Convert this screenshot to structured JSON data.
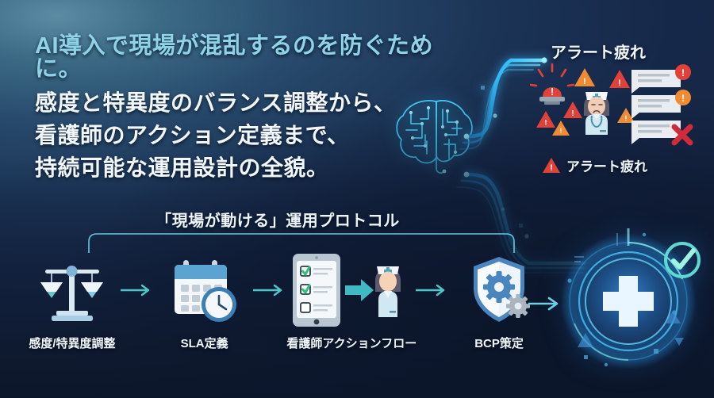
{
  "headline": {
    "line1": "AI導入で現場が混乱するのを防ぐために。",
    "line2": "感度と特異度のバランス調整から、",
    "line3": "看護師のアクション定義まで、",
    "line4": "持続可能な運用設計の全貌。",
    "accent_color": "#8fd3e8",
    "body_color": "#f2f7fb"
  },
  "alert_fatigue": {
    "title": "アラート疲れ",
    "caption": "アラート疲れ",
    "warning_color": "#e0423a",
    "warning_alt_color": "#ef8b33"
  },
  "protocol": {
    "title": "「現場が動ける」運用プロトコル",
    "bracket_color": "#6fd8e8"
  },
  "flow": {
    "steps": [
      {
        "label": "感度/特異度調整",
        "icon": "balance-scales-icon"
      },
      {
        "label": "SLA定義",
        "icon": "calendar-clock-icon"
      },
      {
        "label": "看護師アクションフロー",
        "icon": "tablet-checklist-nurse-icon"
      },
      {
        "label": "BCP策定",
        "icon": "shield-gears-icon"
      }
    ],
    "arrow_color": "#4fc7c9"
  },
  "hero": {
    "icon": "medical-cross-icon",
    "badge_icon": "check-circle-icon",
    "cross_color": "#eaf6ff",
    "glow_color": "#2fa8e8",
    "check_color": "#8ff0dc"
  },
  "brain": {
    "icon": "ai-circuit-brain-icon",
    "color": "#46d6ff"
  },
  "background": {
    "top_left": "#4d7f97",
    "bottom_right": "#13223e"
  }
}
